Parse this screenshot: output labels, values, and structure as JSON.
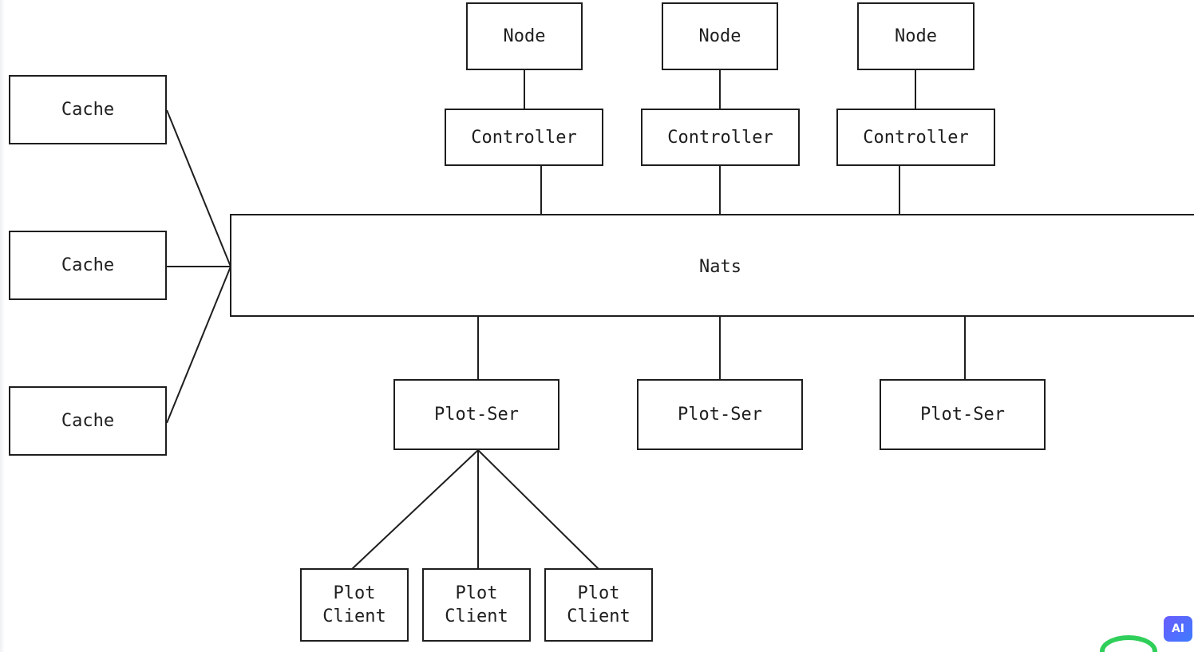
{
  "diagram": {
    "nodes": {
      "node_1": "Node",
      "node_2": "Node",
      "node_3": "Node",
      "controller_1": "Controller",
      "controller_2": "Controller",
      "controller_3": "Controller",
      "nats": "Nats",
      "cache_1": "Cache",
      "cache_2": "Cache",
      "cache_3": "Cache",
      "plot_ser_1": "Plot-Ser",
      "plot_ser_2": "Plot-Ser",
      "plot_ser_3": "Plot-Ser",
      "plot_client_1": "Plot\nClient",
      "plot_client_2": "Plot\nClient",
      "plot_client_3": "Plot\nClient"
    },
    "edges": [
      [
        "node_1",
        "controller_1"
      ],
      [
        "node_2",
        "controller_2"
      ],
      [
        "node_3",
        "controller_3"
      ],
      [
        "controller_1",
        "nats"
      ],
      [
        "controller_2",
        "nats"
      ],
      [
        "controller_3",
        "nats"
      ],
      [
        "cache_1",
        "nats"
      ],
      [
        "cache_2",
        "nats"
      ],
      [
        "cache_3",
        "nats"
      ],
      [
        "nats",
        "plot_ser_1"
      ],
      [
        "nats",
        "plot_ser_2"
      ],
      [
        "nats",
        "plot_ser_3"
      ],
      [
        "plot_ser_1",
        "plot_client_1"
      ],
      [
        "plot_ser_1",
        "plot_client_2"
      ],
      [
        "plot_ser_1",
        "plot_client_3"
      ]
    ],
    "stroke_color": "#1e1e1e"
  },
  "overlay": {
    "ai_badge_label": "AI",
    "ai_badge_colors": [
      "#6a5cff",
      "#3d7bff"
    ],
    "blob_color": "#2fcf5a"
  }
}
